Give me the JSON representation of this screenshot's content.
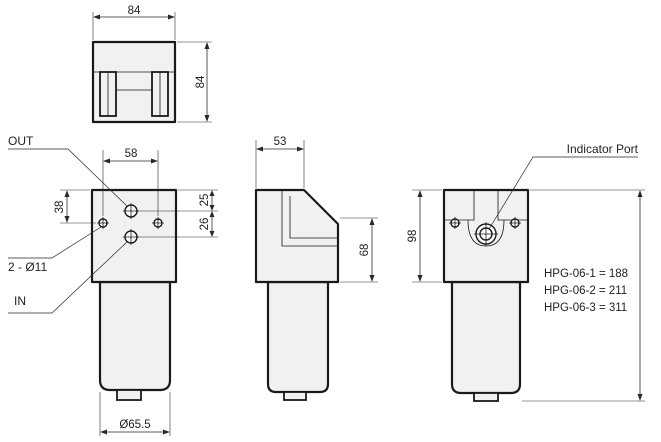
{
  "labels": {
    "top_width": "84",
    "top_height": "84",
    "out": "OUT",
    "in": "IN",
    "port_spacing": "58",
    "vertical_38": "38",
    "vertical_25": "25",
    "vertical_26": "26",
    "holes": "2 - Ø11",
    "diameter": "Ø65.5",
    "side_width": "53",
    "side_height": "68",
    "front_height": "98",
    "indicator_port": "Indicator Port"
  },
  "models": [
    "HPG-06-1 = 188",
    "HPG-06-2 = 211",
    "HPG-06-3 = 311"
  ]
}
